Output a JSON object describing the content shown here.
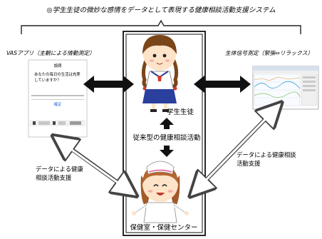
{
  "title": "◎学生生徒の微妙な感情をデータとして表現する健康相談活動支援システム",
  "vas_app": {
    "label": "VASアプリ（主観による情動測定）",
    "question_title": "設問",
    "question_line1": "あなたの毎日の生活は充実",
    "question_line2": "していますか？",
    "confirm_button": "確定"
  },
  "bio": {
    "label": "生体信号測定（緊張⇔リラックス）"
  },
  "student": {
    "label": "学生生徒"
  },
  "conventional": {
    "label": "従来型の健康相談活動"
  },
  "left_support": {
    "line1": "データによる健康",
    "line2": "相談活動支援"
  },
  "right_support": {
    "line1": "データによる健康相談",
    "line2": "活動支援"
  },
  "nurse": {
    "label": "保健室・保健センター"
  },
  "colors": {
    "hair": "#7a4518",
    "skin": "#fde3c8",
    "skirt": "#2b3f9c",
    "tie": "#d23a2a",
    "cap_trim": "#e85a8a"
  }
}
